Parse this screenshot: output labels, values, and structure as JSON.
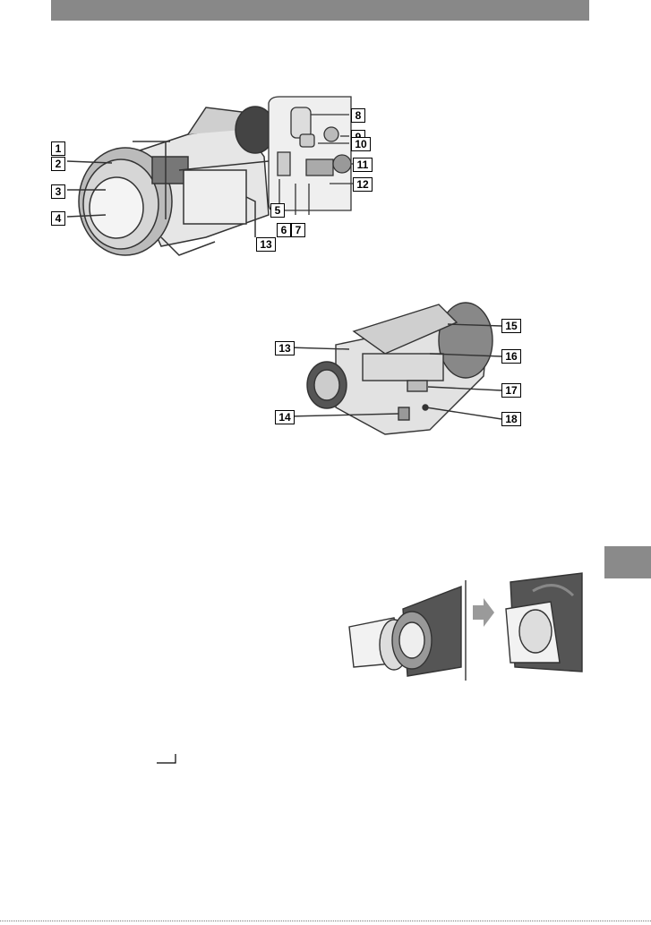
{
  "callouts": {
    "front": [
      "1",
      "2",
      "3",
      "4",
      "13"
    ],
    "inset": [
      "8",
      "9",
      "10",
      "11",
      "12",
      "5",
      "6",
      "7"
    ],
    "bottom": [
      "13",
      "14",
      "15",
      "16",
      "17",
      "18"
    ]
  },
  "colors": {
    "header_bar": "#888888",
    "side_tab": "#8a8a8a",
    "arrow": "#9a9a9a"
  }
}
